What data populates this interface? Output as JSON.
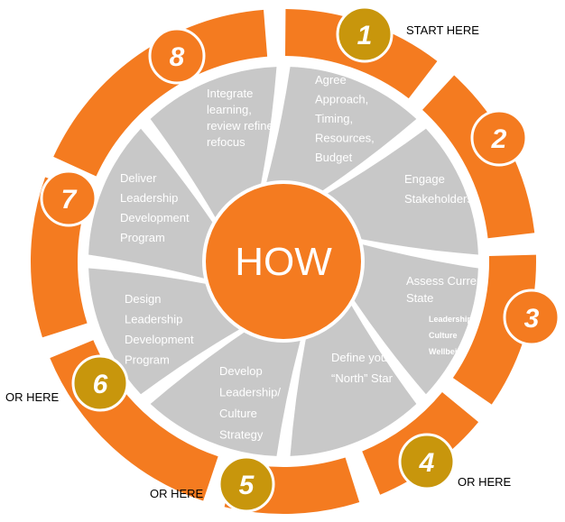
{
  "diagram": {
    "center_label": "HOW",
    "steps": [
      {
        "number": "1",
        "lines": [
          "Agree",
          "Approach,",
          "Timing,",
          "Resources,",
          "Budget"
        ],
        "sub_items": [],
        "badge_color": "#c8960c",
        "note": "START HERE"
      },
      {
        "number": "2",
        "lines": [
          "Engage",
          "Stakeholders"
        ],
        "sub_items": [],
        "badge_color": "#f47b20",
        "note": ""
      },
      {
        "number": "3",
        "lines": [
          "Assess Current",
          "State"
        ],
        "sub_items": [
          "Leadership",
          "Culture",
          "Wellbeing"
        ],
        "badge_color": "#f47b20",
        "note": ""
      },
      {
        "number": "4",
        "lines": [
          "Define your",
          "“North” Star"
        ],
        "sub_items": [],
        "badge_color": "#c8960c",
        "note": "OR HERE"
      },
      {
        "number": "5",
        "lines": [
          "Develop",
          "Leadership/",
          "Culture",
          "Strategy"
        ],
        "sub_items": [],
        "badge_color": "#c8960c",
        "note": "OR HERE"
      },
      {
        "number": "6",
        "lines": [
          "Design",
          "Leadership",
          "Development",
          "Program"
        ],
        "sub_items": [],
        "badge_color": "#c8960c",
        "note": "OR HERE"
      },
      {
        "number": "7",
        "lines": [
          "Deliver",
          "Leadership",
          "Development",
          "Program"
        ],
        "sub_items": [],
        "badge_color": "#f47b20",
        "note": ""
      },
      {
        "number": "8",
        "lines": [
          "Integrate",
          "learning,",
          "review refine",
          "refocus"
        ],
        "sub_items": [],
        "badge_color": "#f47b20",
        "note": ""
      }
    ],
    "colors": {
      "ring": "#f47b20",
      "segment": "#c8c8c8",
      "center": "#f47b20",
      "badge_border": "#ffffff"
    }
  }
}
